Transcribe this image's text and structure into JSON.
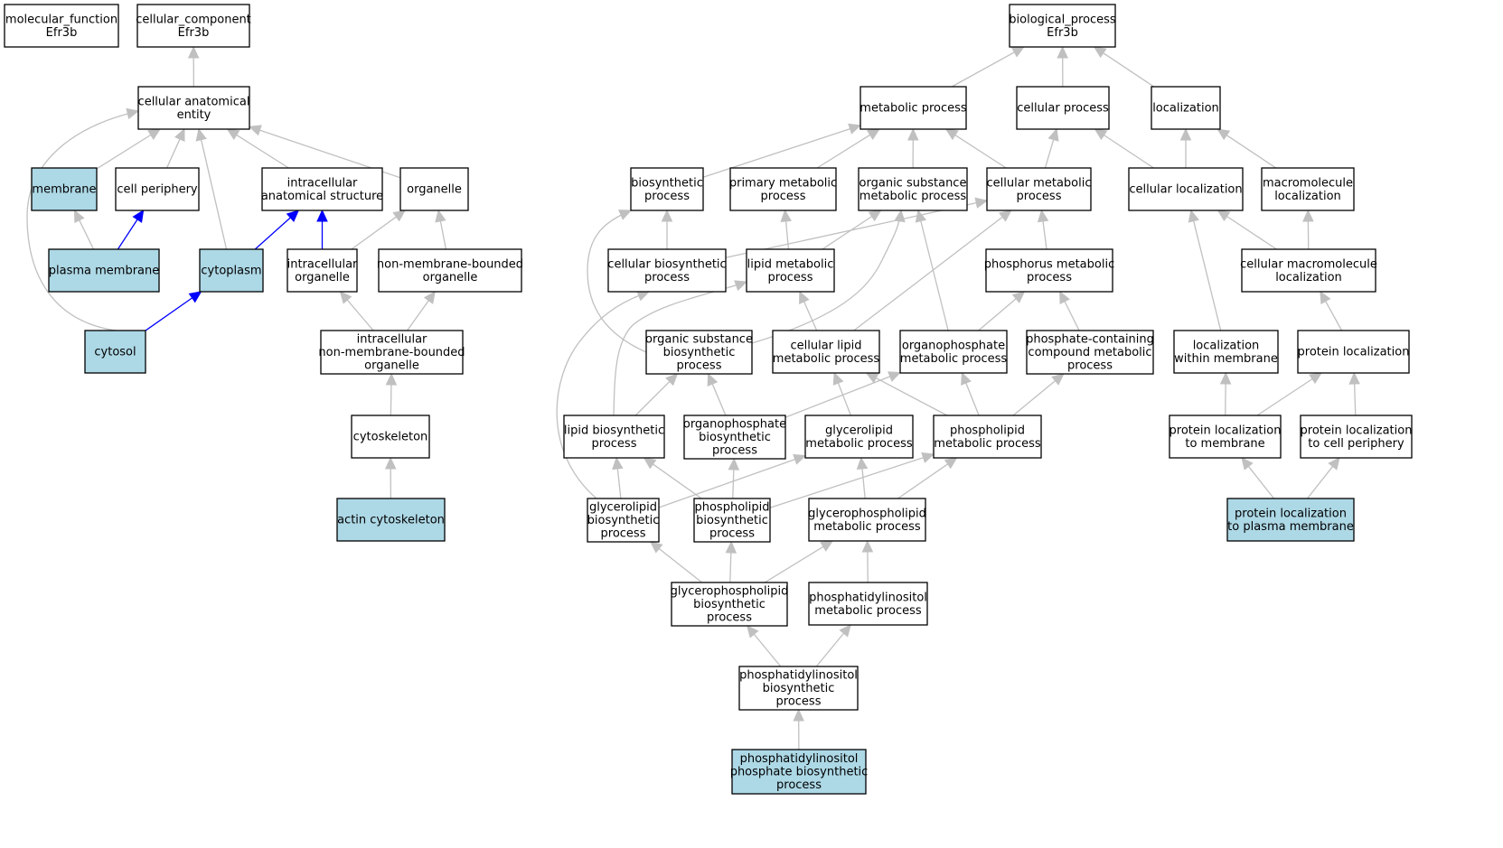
{
  "colors": {
    "highlight_fill": "#add8e6",
    "plain_fill": "#ffffff",
    "edge_default": "#c0c0c0",
    "edge_highlight": "#0000ff",
    "border": "#000000"
  },
  "nodes": [
    {
      "id": "molecular_function",
      "lines": [
        "molecular_function",
        "Efr3b"
      ],
      "highlight": false
    },
    {
      "id": "cellular_component",
      "lines": [
        "cellular_component",
        "Efr3b"
      ],
      "highlight": false
    },
    {
      "id": "cellular_anatomical_entity",
      "lines": [
        "cellular anatomical",
        "entity"
      ],
      "highlight": false
    },
    {
      "id": "membrane",
      "lines": [
        "membrane"
      ],
      "highlight": true
    },
    {
      "id": "cell_periphery",
      "lines": [
        "cell periphery"
      ],
      "highlight": false
    },
    {
      "id": "intracellular_anatomical_structure",
      "lines": [
        "intracellular",
        "anatomical structure"
      ],
      "highlight": false
    },
    {
      "id": "organelle",
      "lines": [
        "organelle"
      ],
      "highlight": false
    },
    {
      "id": "plasma_membrane",
      "lines": [
        "plasma membrane"
      ],
      "highlight": true
    },
    {
      "id": "cytoplasm",
      "lines": [
        "cytoplasm"
      ],
      "highlight": true
    },
    {
      "id": "intracellular_organelle",
      "lines": [
        "intracellular",
        "organelle"
      ],
      "highlight": false
    },
    {
      "id": "non_membrane_bounded_organelle",
      "lines": [
        "non-membrane-bounded",
        "organelle"
      ],
      "highlight": false
    },
    {
      "id": "cytosol",
      "lines": [
        "cytosol"
      ],
      "highlight": true
    },
    {
      "id": "intracellular_non_membrane_bounded_organelle",
      "lines": [
        "intracellular",
        "non-membrane-bounded",
        "organelle"
      ],
      "highlight": false
    },
    {
      "id": "cytoskeleton",
      "lines": [
        "cytoskeleton"
      ],
      "highlight": false
    },
    {
      "id": "actin_cytoskeleton",
      "lines": [
        "actin cytoskeleton"
      ],
      "highlight": true
    },
    {
      "id": "biological_process",
      "lines": [
        "biological_process",
        "Efr3b"
      ],
      "highlight": false
    },
    {
      "id": "metabolic_process",
      "lines": [
        "metabolic process"
      ],
      "highlight": false
    },
    {
      "id": "cellular_process",
      "lines": [
        "cellular process"
      ],
      "highlight": false
    },
    {
      "id": "localization",
      "lines": [
        "localization"
      ],
      "highlight": false
    },
    {
      "id": "biosynthetic_process",
      "lines": [
        "biosynthetic",
        "process"
      ],
      "highlight": false
    },
    {
      "id": "primary_metabolic_process",
      "lines": [
        "primary metabolic",
        "process"
      ],
      "highlight": false
    },
    {
      "id": "organic_substance_metabolic_process",
      "lines": [
        "organic substance",
        "metabolic process"
      ],
      "highlight": false
    },
    {
      "id": "cellular_metabolic_process",
      "lines": [
        "cellular metabolic",
        "process"
      ],
      "highlight": false
    },
    {
      "id": "cellular_localization",
      "lines": [
        "cellular localization"
      ],
      "highlight": false
    },
    {
      "id": "macromolecule_localization",
      "lines": [
        "macromolecule",
        "localization"
      ],
      "highlight": false
    },
    {
      "id": "cellular_biosynthetic_process",
      "lines": [
        "cellular biosynthetic",
        "process"
      ],
      "highlight": false
    },
    {
      "id": "lipid_metabolic_process",
      "lines": [
        "lipid metabolic",
        "process"
      ],
      "highlight": false
    },
    {
      "id": "phosphorus_metabolic_process",
      "lines": [
        "phosphorus metabolic",
        "process"
      ],
      "highlight": false
    },
    {
      "id": "cellular_macromolecule_localization",
      "lines": [
        "cellular macromolecule",
        "localization"
      ],
      "highlight": false
    },
    {
      "id": "organic_substance_biosynthetic_process",
      "lines": [
        "organic substance",
        "biosynthetic",
        "process"
      ],
      "highlight": false
    },
    {
      "id": "cellular_lipid_metabolic_process",
      "lines": [
        "cellular lipid",
        "metabolic process"
      ],
      "highlight": false
    },
    {
      "id": "organophosphate_metabolic_process",
      "lines": [
        "organophosphate",
        "metabolic process"
      ],
      "highlight": false
    },
    {
      "id": "phosphate_containing_compound_metabolic_process",
      "lines": [
        "phosphate-containing",
        "compound metabolic",
        "process"
      ],
      "highlight": false
    },
    {
      "id": "localization_within_membrane",
      "lines": [
        "localization",
        "within membrane"
      ],
      "highlight": false
    },
    {
      "id": "protein_localization",
      "lines": [
        "protein localization"
      ],
      "highlight": false
    },
    {
      "id": "lipid_biosynthetic_process",
      "lines": [
        "lipid biosynthetic",
        "process"
      ],
      "highlight": false
    },
    {
      "id": "organophosphate_biosynthetic_process",
      "lines": [
        "organophosphate",
        "biosynthetic",
        "process"
      ],
      "highlight": false
    },
    {
      "id": "glycerolipid_metabolic_process",
      "lines": [
        "glycerolipid",
        "metabolic process"
      ],
      "highlight": false
    },
    {
      "id": "phospholipid_metabolic_process",
      "lines": [
        "phospholipid",
        "metabolic process"
      ],
      "highlight": false
    },
    {
      "id": "protein_localization_to_membrane",
      "lines": [
        "protein localization",
        "to membrane"
      ],
      "highlight": false
    },
    {
      "id": "protein_localization_to_cell_periphery",
      "lines": [
        "protein localization",
        "to cell periphery"
      ],
      "highlight": false
    },
    {
      "id": "glycerolipid_biosynthetic_process",
      "lines": [
        "glycerolipid",
        "biosynthetic",
        "process"
      ],
      "highlight": false
    },
    {
      "id": "phospholipid_biosynthetic_process",
      "lines": [
        "phospholipid",
        "biosynthetic",
        "process"
      ],
      "highlight": false
    },
    {
      "id": "glycerophospholipid_metabolic_process",
      "lines": [
        "glycerophospholipid",
        "metabolic process"
      ],
      "highlight": false
    },
    {
      "id": "protein_localization_to_plasma_membrane",
      "lines": [
        "protein localization",
        "to plasma membrane"
      ],
      "highlight": true
    },
    {
      "id": "glycerophospholipid_biosynthetic_process",
      "lines": [
        "glycerophospholipid",
        "biosynthetic",
        "process"
      ],
      "highlight": false
    },
    {
      "id": "phosphatidylinositol_metabolic_process",
      "lines": [
        "phosphatidylinositol",
        "metabolic process"
      ],
      "highlight": false
    },
    {
      "id": "phosphatidylinositol_biosynthetic_process",
      "lines": [
        "phosphatidylinositol",
        "biosynthetic",
        "process"
      ],
      "highlight": false
    },
    {
      "id": "phosphatidylinositol_phosphate_biosynthetic_process",
      "lines": [
        "phosphatidylinositol",
        "phosphate biosynthetic",
        "process"
      ],
      "highlight": true
    }
  ],
  "edges": [
    {
      "from": "cellular_anatomical_entity",
      "to": "cellular_component",
      "highlight": false
    },
    {
      "from": "membrane",
      "to": "cellular_anatomical_entity",
      "highlight": false
    },
    {
      "from": "cell_periphery",
      "to": "cellular_anatomical_entity",
      "highlight": false
    },
    {
      "from": "intracellular_anatomical_structure",
      "to": "cellular_anatomical_entity",
      "highlight": false
    },
    {
      "from": "organelle",
      "to": "cellular_anatomical_entity",
      "highlight": false
    },
    {
      "from": "cytoplasm",
      "to": "cellular_anatomical_entity",
      "highlight": false
    },
    {
      "from": "cytosol",
      "to": "cellular_anatomical_entity",
      "highlight": false
    },
    {
      "from": "plasma_membrane",
      "to": "membrane",
      "highlight": false
    },
    {
      "from": "plasma_membrane",
      "to": "cell_periphery",
      "highlight": true
    },
    {
      "from": "cytoplasm",
      "to": "intracellular_anatomical_structure",
      "highlight": true
    },
    {
      "from": "intracellular_organelle",
      "to": "intracellular_anatomical_structure",
      "highlight": true
    },
    {
      "from": "intracellular_organelle",
      "to": "organelle",
      "highlight": false
    },
    {
      "from": "non_membrane_bounded_organelle",
      "to": "organelle",
      "highlight": false
    },
    {
      "from": "cytosol",
      "to": "cytoplasm",
      "highlight": true
    },
    {
      "from": "intracellular_non_membrane_bounded_organelle",
      "to": "intracellular_organelle",
      "highlight": false
    },
    {
      "from": "intracellular_non_membrane_bounded_organelle",
      "to": "non_membrane_bounded_organelle",
      "highlight": false
    },
    {
      "from": "cytoskeleton",
      "to": "intracellular_non_membrane_bounded_organelle",
      "highlight": false
    },
    {
      "from": "actin_cytoskeleton",
      "to": "cytoskeleton",
      "highlight": false
    },
    {
      "from": "metabolic_process",
      "to": "biological_process",
      "highlight": false
    },
    {
      "from": "cellular_process",
      "to": "biological_process",
      "highlight": false
    },
    {
      "from": "localization",
      "to": "biological_process",
      "highlight": false
    },
    {
      "from": "biosynthetic_process",
      "to": "metabolic_process",
      "highlight": false
    },
    {
      "from": "primary_metabolic_process",
      "to": "metabolic_process",
      "highlight": false
    },
    {
      "from": "organic_substance_metabolic_process",
      "to": "metabolic_process",
      "highlight": false
    },
    {
      "from": "cellular_metabolic_process",
      "to": "metabolic_process",
      "highlight": false
    },
    {
      "from": "cellular_metabolic_process",
      "to": "cellular_process",
      "highlight": false
    },
    {
      "from": "cellular_localization",
      "to": "cellular_process",
      "highlight": false
    },
    {
      "from": "cellular_localization",
      "to": "localization",
      "highlight": false
    },
    {
      "from": "macromolecule_localization",
      "to": "localization",
      "highlight": false
    },
    {
      "from": "cellular_biosynthetic_process",
      "to": "biosynthetic_process",
      "highlight": false
    },
    {
      "from": "cellular_biosynthetic_process",
      "to": "cellular_metabolic_process",
      "highlight": false
    },
    {
      "from": "lipid_metabolic_process",
      "to": "primary_metabolic_process",
      "highlight": false
    },
    {
      "from": "lipid_metabolic_process",
      "to": "organic_substance_metabolic_process",
      "highlight": false
    },
    {
      "from": "phosphorus_metabolic_process",
      "to": "cellular_metabolic_process",
      "highlight": false
    },
    {
      "from": "cellular_macromolecule_localization",
      "to": "cellular_localization",
      "highlight": false
    },
    {
      "from": "cellular_macromolecule_localization",
      "to": "macromolecule_localization",
      "highlight": false
    },
    {
      "from": "organic_substance_biosynthetic_process",
      "to": "biosynthetic_process",
      "highlight": false
    },
    {
      "from": "organic_substance_biosynthetic_process",
      "to": "organic_substance_metabolic_process",
      "highlight": false
    },
    {
      "from": "cellular_lipid_metabolic_process",
      "to": "lipid_metabolic_process",
      "highlight": false
    },
    {
      "from": "cellular_lipid_metabolic_process",
      "to": "cellular_metabolic_process",
      "highlight": false
    },
    {
      "from": "organophosphate_metabolic_process",
      "to": "organic_substance_metabolic_process",
      "highlight": false
    },
    {
      "from": "organophosphate_metabolic_process",
      "to": "phosphorus_metabolic_process",
      "highlight": false
    },
    {
      "from": "phosphate_containing_compound_metabolic_process",
      "to": "phosphorus_metabolic_process",
      "highlight": false
    },
    {
      "from": "localization_within_membrane",
      "to": "cellular_localization",
      "highlight": false
    },
    {
      "from": "protein_localization",
      "to": "cellular_macromolecule_localization",
      "highlight": false
    },
    {
      "from": "lipid_biosynthetic_process",
      "to": "lipid_metabolic_process",
      "highlight": false
    },
    {
      "from": "lipid_biosynthetic_process",
      "to": "organic_substance_biosynthetic_process",
      "highlight": false
    },
    {
      "from": "organophosphate_biosynthetic_process",
      "to": "organic_substance_biosynthetic_process",
      "highlight": false
    },
    {
      "from": "organophosphate_biosynthetic_process",
      "to": "organophosphate_metabolic_process",
      "highlight": false
    },
    {
      "from": "glycerolipid_metabolic_process",
      "to": "cellular_lipid_metabolic_process",
      "highlight": false
    },
    {
      "from": "phospholipid_metabolic_process",
      "to": "cellular_lipid_metabolic_process",
      "highlight": false
    },
    {
      "from": "phospholipid_metabolic_process",
      "to": "organophosphate_metabolic_process",
      "highlight": false
    },
    {
      "from": "phospholipid_metabolic_process",
      "to": "phosphate_containing_compound_metabolic_process",
      "highlight": false
    },
    {
      "from": "protein_localization_to_membrane",
      "to": "localization_within_membrane",
      "highlight": false
    },
    {
      "from": "protein_localization_to_membrane",
      "to": "protein_localization",
      "highlight": false
    },
    {
      "from": "protein_localization_to_cell_periphery",
      "to": "protein_localization",
      "highlight": false
    },
    {
      "from": "glycerolipid_biosynthetic_process",
      "to": "cellular_biosynthetic_process",
      "highlight": false
    },
    {
      "from": "glycerolipid_biosynthetic_process",
      "to": "lipid_biosynthetic_process",
      "highlight": false
    },
    {
      "from": "glycerolipid_biosynthetic_process",
      "to": "glycerolipid_metabolic_process",
      "highlight": false
    },
    {
      "from": "phospholipid_biosynthetic_process",
      "to": "lipid_biosynthetic_process",
      "highlight": false
    },
    {
      "from": "phospholipid_biosynthetic_process",
      "to": "organophosphate_biosynthetic_process",
      "highlight": false
    },
    {
      "from": "phospholipid_biosynthetic_process",
      "to": "phospholipid_metabolic_process",
      "highlight": false
    },
    {
      "from": "glycerophospholipid_metabolic_process",
      "to": "glycerolipid_metabolic_process",
      "highlight": false
    },
    {
      "from": "glycerophospholipid_metabolic_process",
      "to": "phospholipid_metabolic_process",
      "highlight": false
    },
    {
      "from": "protein_localization_to_plasma_membrane",
      "to": "protein_localization_to_membrane",
      "highlight": false
    },
    {
      "from": "protein_localization_to_plasma_membrane",
      "to": "protein_localization_to_cell_periphery",
      "highlight": false
    },
    {
      "from": "glycerophospholipid_biosynthetic_process",
      "to": "glycerolipid_biosynthetic_process",
      "highlight": false
    },
    {
      "from": "glycerophospholipid_biosynthetic_process",
      "to": "phospholipid_biosynthetic_process",
      "highlight": false
    },
    {
      "from": "glycerophospholipid_biosynthetic_process",
      "to": "glycerophospholipid_metabolic_process",
      "highlight": false
    },
    {
      "from": "phosphatidylinositol_metabolic_process",
      "to": "glycerophospholipid_metabolic_process",
      "highlight": false
    },
    {
      "from": "phosphatidylinositol_biosynthetic_process",
      "to": "glycerophospholipid_biosynthetic_process",
      "highlight": false
    },
    {
      "from": "phosphatidylinositol_biosynthetic_process",
      "to": "phosphatidylinositol_metabolic_process",
      "highlight": false
    },
    {
      "from": "phosphatidylinositol_phosphate_biosynthetic_process",
      "to": "phosphatidylinositol_biosynthetic_process",
      "highlight": false
    }
  ]
}
